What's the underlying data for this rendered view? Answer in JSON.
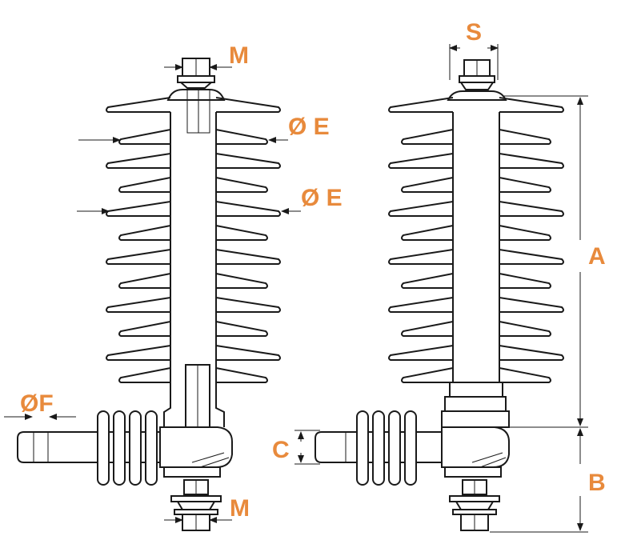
{
  "labels": {
    "m_top": "M",
    "e_upper": "Ø E",
    "e_lower": "Ø E",
    "f": "ØF",
    "m_bottom": "M",
    "s": "S",
    "a": "A",
    "c": "C",
    "b": "B"
  },
  "colors": {
    "label": "#e88a3c",
    "line": "#1a1a1a",
    "background": "#ffffff"
  }
}
